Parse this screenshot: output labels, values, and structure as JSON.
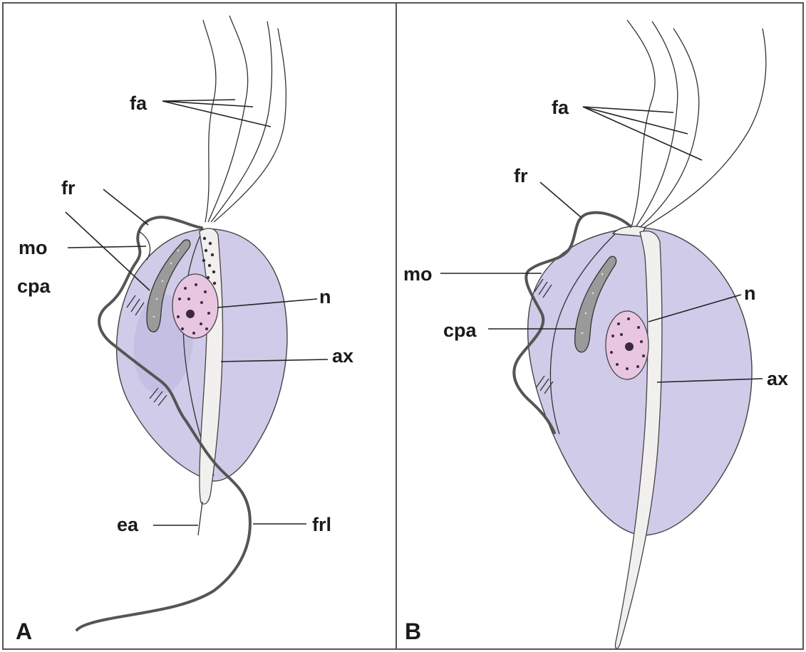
{
  "panels": [
    {
      "id": "A",
      "letter": "A",
      "labels": {
        "fa": "fa",
        "fr": "fr",
        "mo": "mo",
        "cpa": "cpa",
        "n": "n",
        "ax": "ax",
        "ea": "ea",
        "frl": "frl"
      }
    },
    {
      "id": "B",
      "letter": "B",
      "labels": {
        "fa": "fa",
        "fr": "fr",
        "mo": "mo",
        "cpa": "cpa",
        "n": "n",
        "ax": "ax"
      }
    }
  ],
  "colors": {
    "cell_body": "#cfcbe8",
    "nucleus": "#e8c6e2",
    "costa": "#9a9a9a",
    "axostyle": "#f1f0ee",
    "membrane": "#555555",
    "frame": "#555555"
  }
}
